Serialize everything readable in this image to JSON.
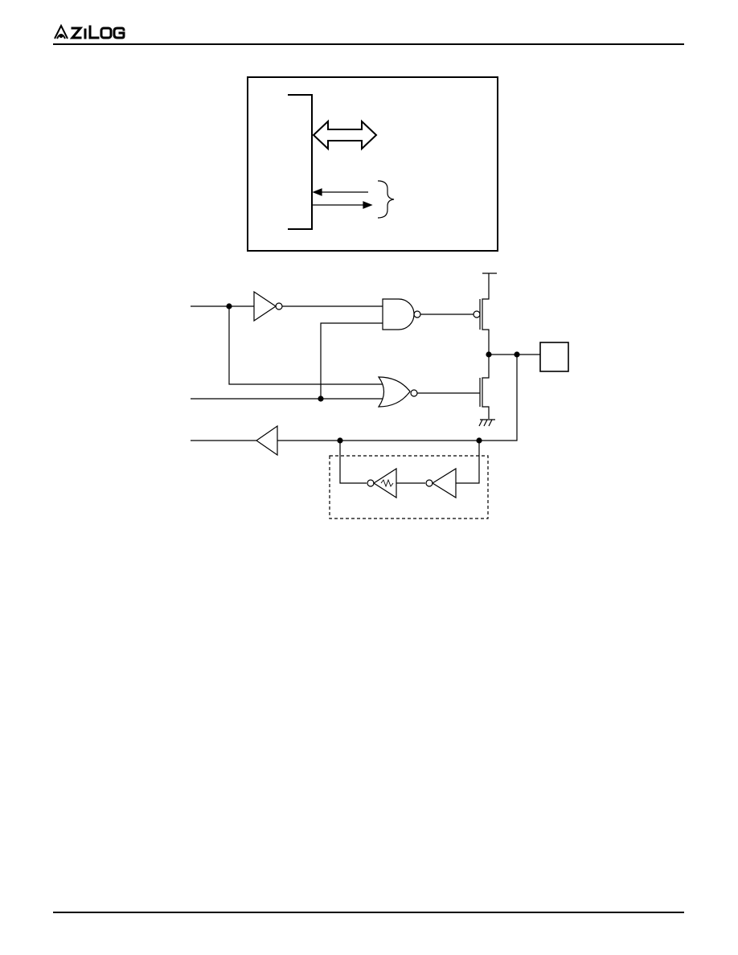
{
  "header": {
    "brand": "ZiLOG",
    "logo_icon": "zilog-logo-icon"
  },
  "diagram": {
    "type": "io-port-schematic",
    "block_box": {
      "has_bidirectional_data_arrow": true,
      "has_control_signals_brace": true
    },
    "gates": [
      {
        "kind": "inverter"
      },
      {
        "kind": "nand"
      },
      {
        "kind": "nor"
      },
      {
        "kind": "input-buffer"
      },
      {
        "kind": "inverter-with-resistor"
      },
      {
        "kind": "inverter"
      }
    ],
    "transistors": [
      {
        "kind": "p-channel"
      },
      {
        "kind": "n-channel"
      }
    ],
    "pad": {
      "kind": "io-pad"
    },
    "latch_box_style": "dashed"
  }
}
